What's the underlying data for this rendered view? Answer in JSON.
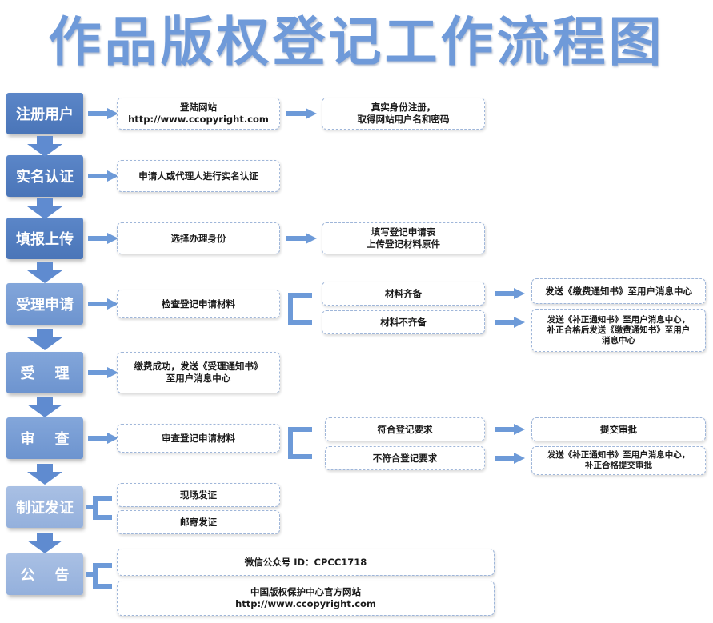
{
  "title": "作品版权登记工作流程图",
  "stages": [
    {
      "label": "注册用户"
    },
    {
      "label": "实名认证"
    },
    {
      "label": "填报上传"
    },
    {
      "label": "受理申请"
    },
    {
      "label": "受    理"
    },
    {
      "label": "审    查"
    },
    {
      "label": "制证发证"
    },
    {
      "label": "公    告"
    }
  ],
  "register": {
    "step1": [
      "登陆网站",
      "http://www.ccopyright.com"
    ],
    "step2": [
      "真实身份注册，",
      "取得网站用户名和密码"
    ]
  },
  "realname": {
    "step1": [
      "申请人或代理人进行实名认证"
    ]
  },
  "upload": {
    "step1": [
      "选择办理身份"
    ],
    "step2": [
      "填写登记申请表",
      "上传登记材料原件"
    ]
  },
  "accept_apply": {
    "step1": [
      "检查登记申请材料"
    ],
    "complete": [
      "材料齐备"
    ],
    "incomplete": [
      "材料不齐备"
    ],
    "complete_next": [
      "发送《缴费通知书》至用户消息中心"
    ],
    "incomplete_next": [
      "发送《补正通知书》至用户消息中心，",
      "补正合格后发送《缴费通知书》至用户",
      "消息中心"
    ]
  },
  "accept": {
    "step1": [
      "缴费成功，发送《受理通知书》",
      "至用户消息中心"
    ]
  },
  "review": {
    "step1": [
      "审查登记申请材料"
    ],
    "meets": [
      "符合登记要求"
    ],
    "fails": [
      "不符合登记要求"
    ],
    "meets_next": [
      "提交审批"
    ],
    "fails_next": [
      "发送《补正通知书》至用户消息中心，",
      "补正合格提交审批"
    ]
  },
  "issue": {
    "onsite": [
      "现场发证"
    ],
    "mail": [
      "邮寄发证"
    ]
  },
  "announce": {
    "wechat": [
      "微信公众号 ID：CPCC1718"
    ],
    "website": [
      "中国版权保护中心官方网站",
      "http://www.ccopyright.com"
    ]
  }
}
